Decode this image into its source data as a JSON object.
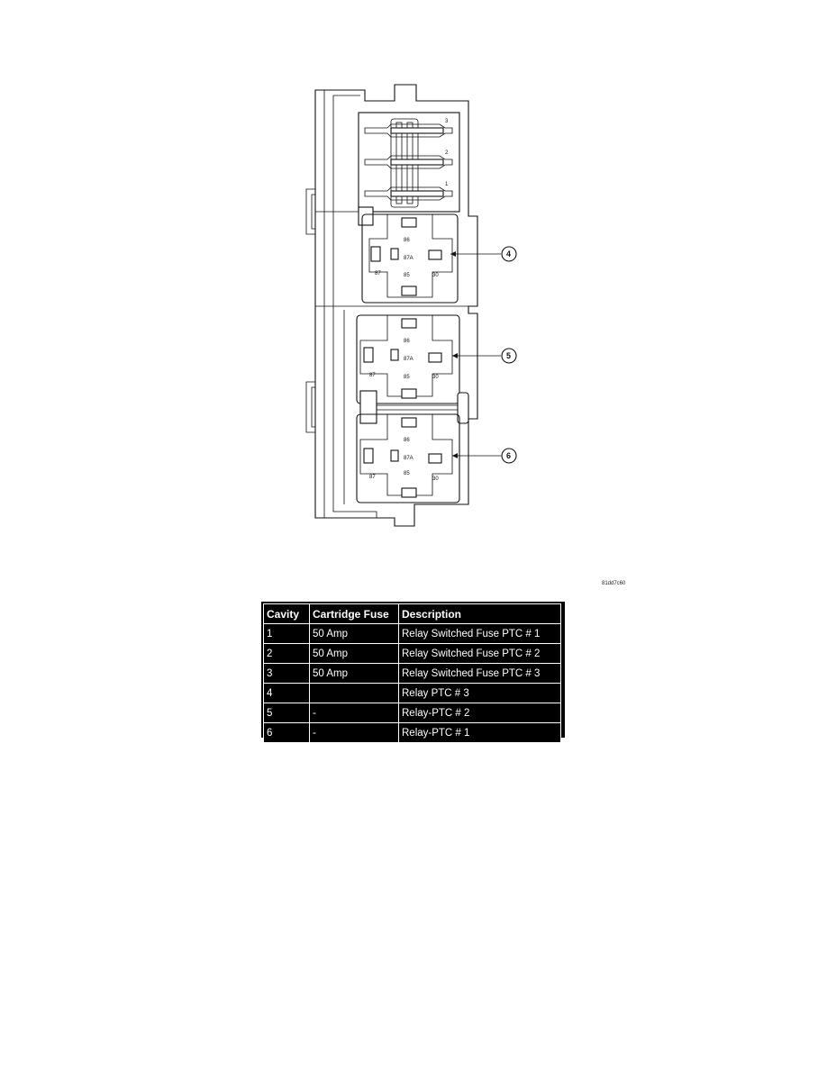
{
  "diagram": {
    "fuse_numbers": [
      "3",
      "2",
      "1"
    ],
    "relay_pins": {
      "pin_86": "86",
      "pin_87A": "87A",
      "pin_87": "87",
      "pin_85": "85",
      "pin_30": "30"
    },
    "callouts": [
      "4",
      "5",
      "6"
    ]
  },
  "image_code": "81dd7c60",
  "table": {
    "headers": [
      "Cavity",
      "Cartridge Fuse",
      "Description"
    ],
    "rows": [
      [
        "1",
        "50 Amp",
        "Relay Switched Fuse PTC # 1"
      ],
      [
        "2",
        "50 Amp",
        "Relay Switched Fuse PTC # 2"
      ],
      [
        "3",
        "50 Amp",
        "Relay Switched Fuse PTC # 3"
      ],
      [
        "4",
        "",
        "Relay PTC # 3"
      ],
      [
        "5",
        "-",
        "Relay-PTC # 2"
      ],
      [
        "6",
        "-",
        "Relay-PTC # 1"
      ]
    ]
  }
}
